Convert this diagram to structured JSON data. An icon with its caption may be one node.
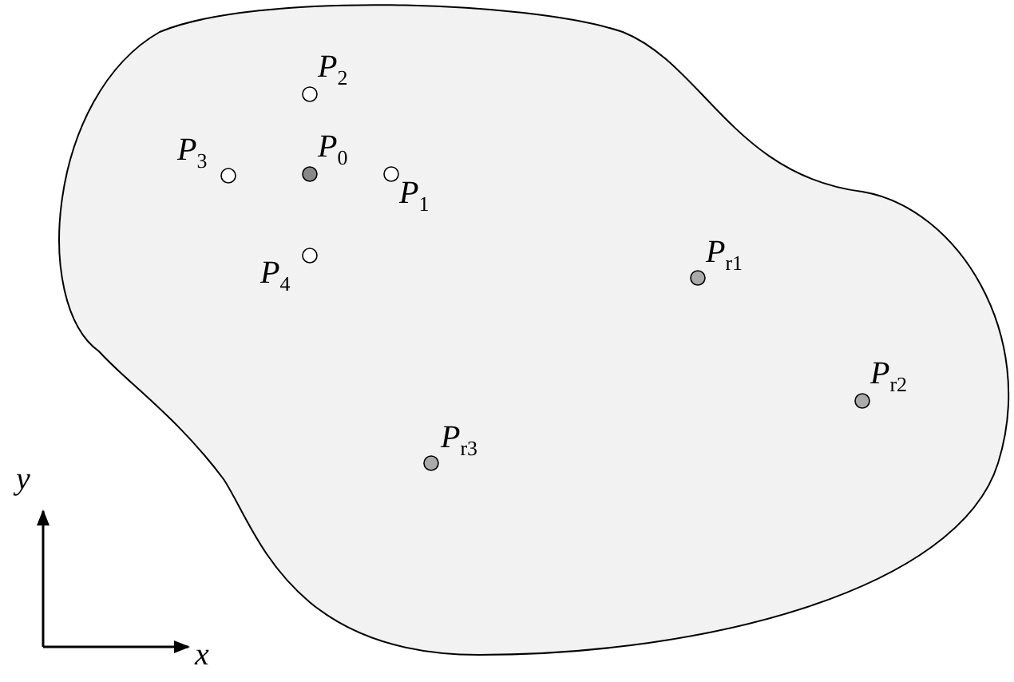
{
  "diagram": {
    "labels": [
      "*P*$_{2}$",
      "*P*$_{3}$",
      "*P*$_{0}$",
      "*P*$_{1}$",
      "*P*$_{4}$",
      "*P*$_{r1}$",
      "*P*$_{r2}$",
      "*P*$_{r3}$",
      "*y*",
      "*x*"
    ]
  }
}
